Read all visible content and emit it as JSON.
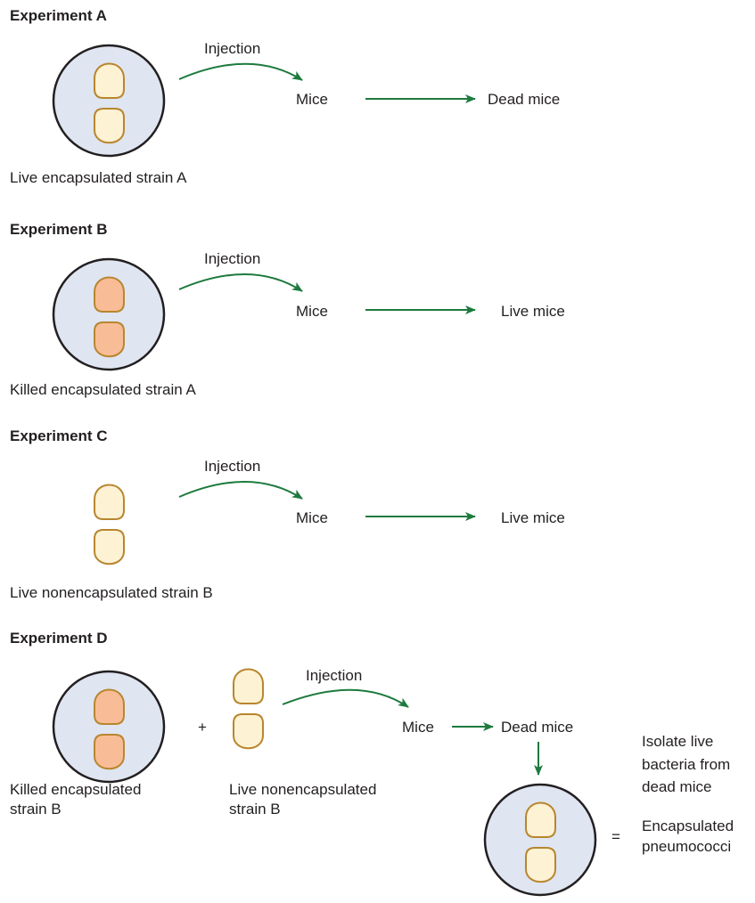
{
  "colors": {
    "capsule_fill": "#dfe5f1",
    "capsule_stroke": "#231f20",
    "live_cell_fill": "#fdf2d4",
    "killed_cell_fill": "#f8bd96",
    "cell_stroke": "#b8862f",
    "arrow": "#1e7a3e",
    "text": "#231f20"
  },
  "experiments": [
    {
      "title": "Experiment A",
      "sample_label": "Live encapsulated strain A",
      "sample_type": "live-encapsulated",
      "injection_label": "Injection",
      "host_label": "Mice",
      "outcome_label": "Dead mice"
    },
    {
      "title": "Experiment B",
      "sample_label": "Killed encapsulated strain A",
      "sample_type": "killed-encapsulated",
      "injection_label": "Injection",
      "host_label": "Mice",
      "outcome_label": "Live mice"
    },
    {
      "title": "Experiment C",
      "sample_label": "Live nonencapsulated strain B",
      "sample_type": "live-nonencapsulated",
      "injection_label": "Injection",
      "host_label": "Mice",
      "outcome_label": "Live mice"
    },
    {
      "title": "Experiment D",
      "sample_label_1": "Killed encapsulated",
      "sample_label_2": "strain B",
      "second_sample_label_1": "Live nonencapsulated",
      "second_sample_label_2": "strain B",
      "plus_sign": "+",
      "injection_label": "Injection",
      "host_label": "Mice",
      "outcome_label": "Dead mice",
      "isolate_note": [
        "Isolate live",
        "bacteria from",
        "dead mice"
      ],
      "equals_sign": "=",
      "result_note": [
        "Encapsulated",
        "pneumococci"
      ]
    }
  ]
}
